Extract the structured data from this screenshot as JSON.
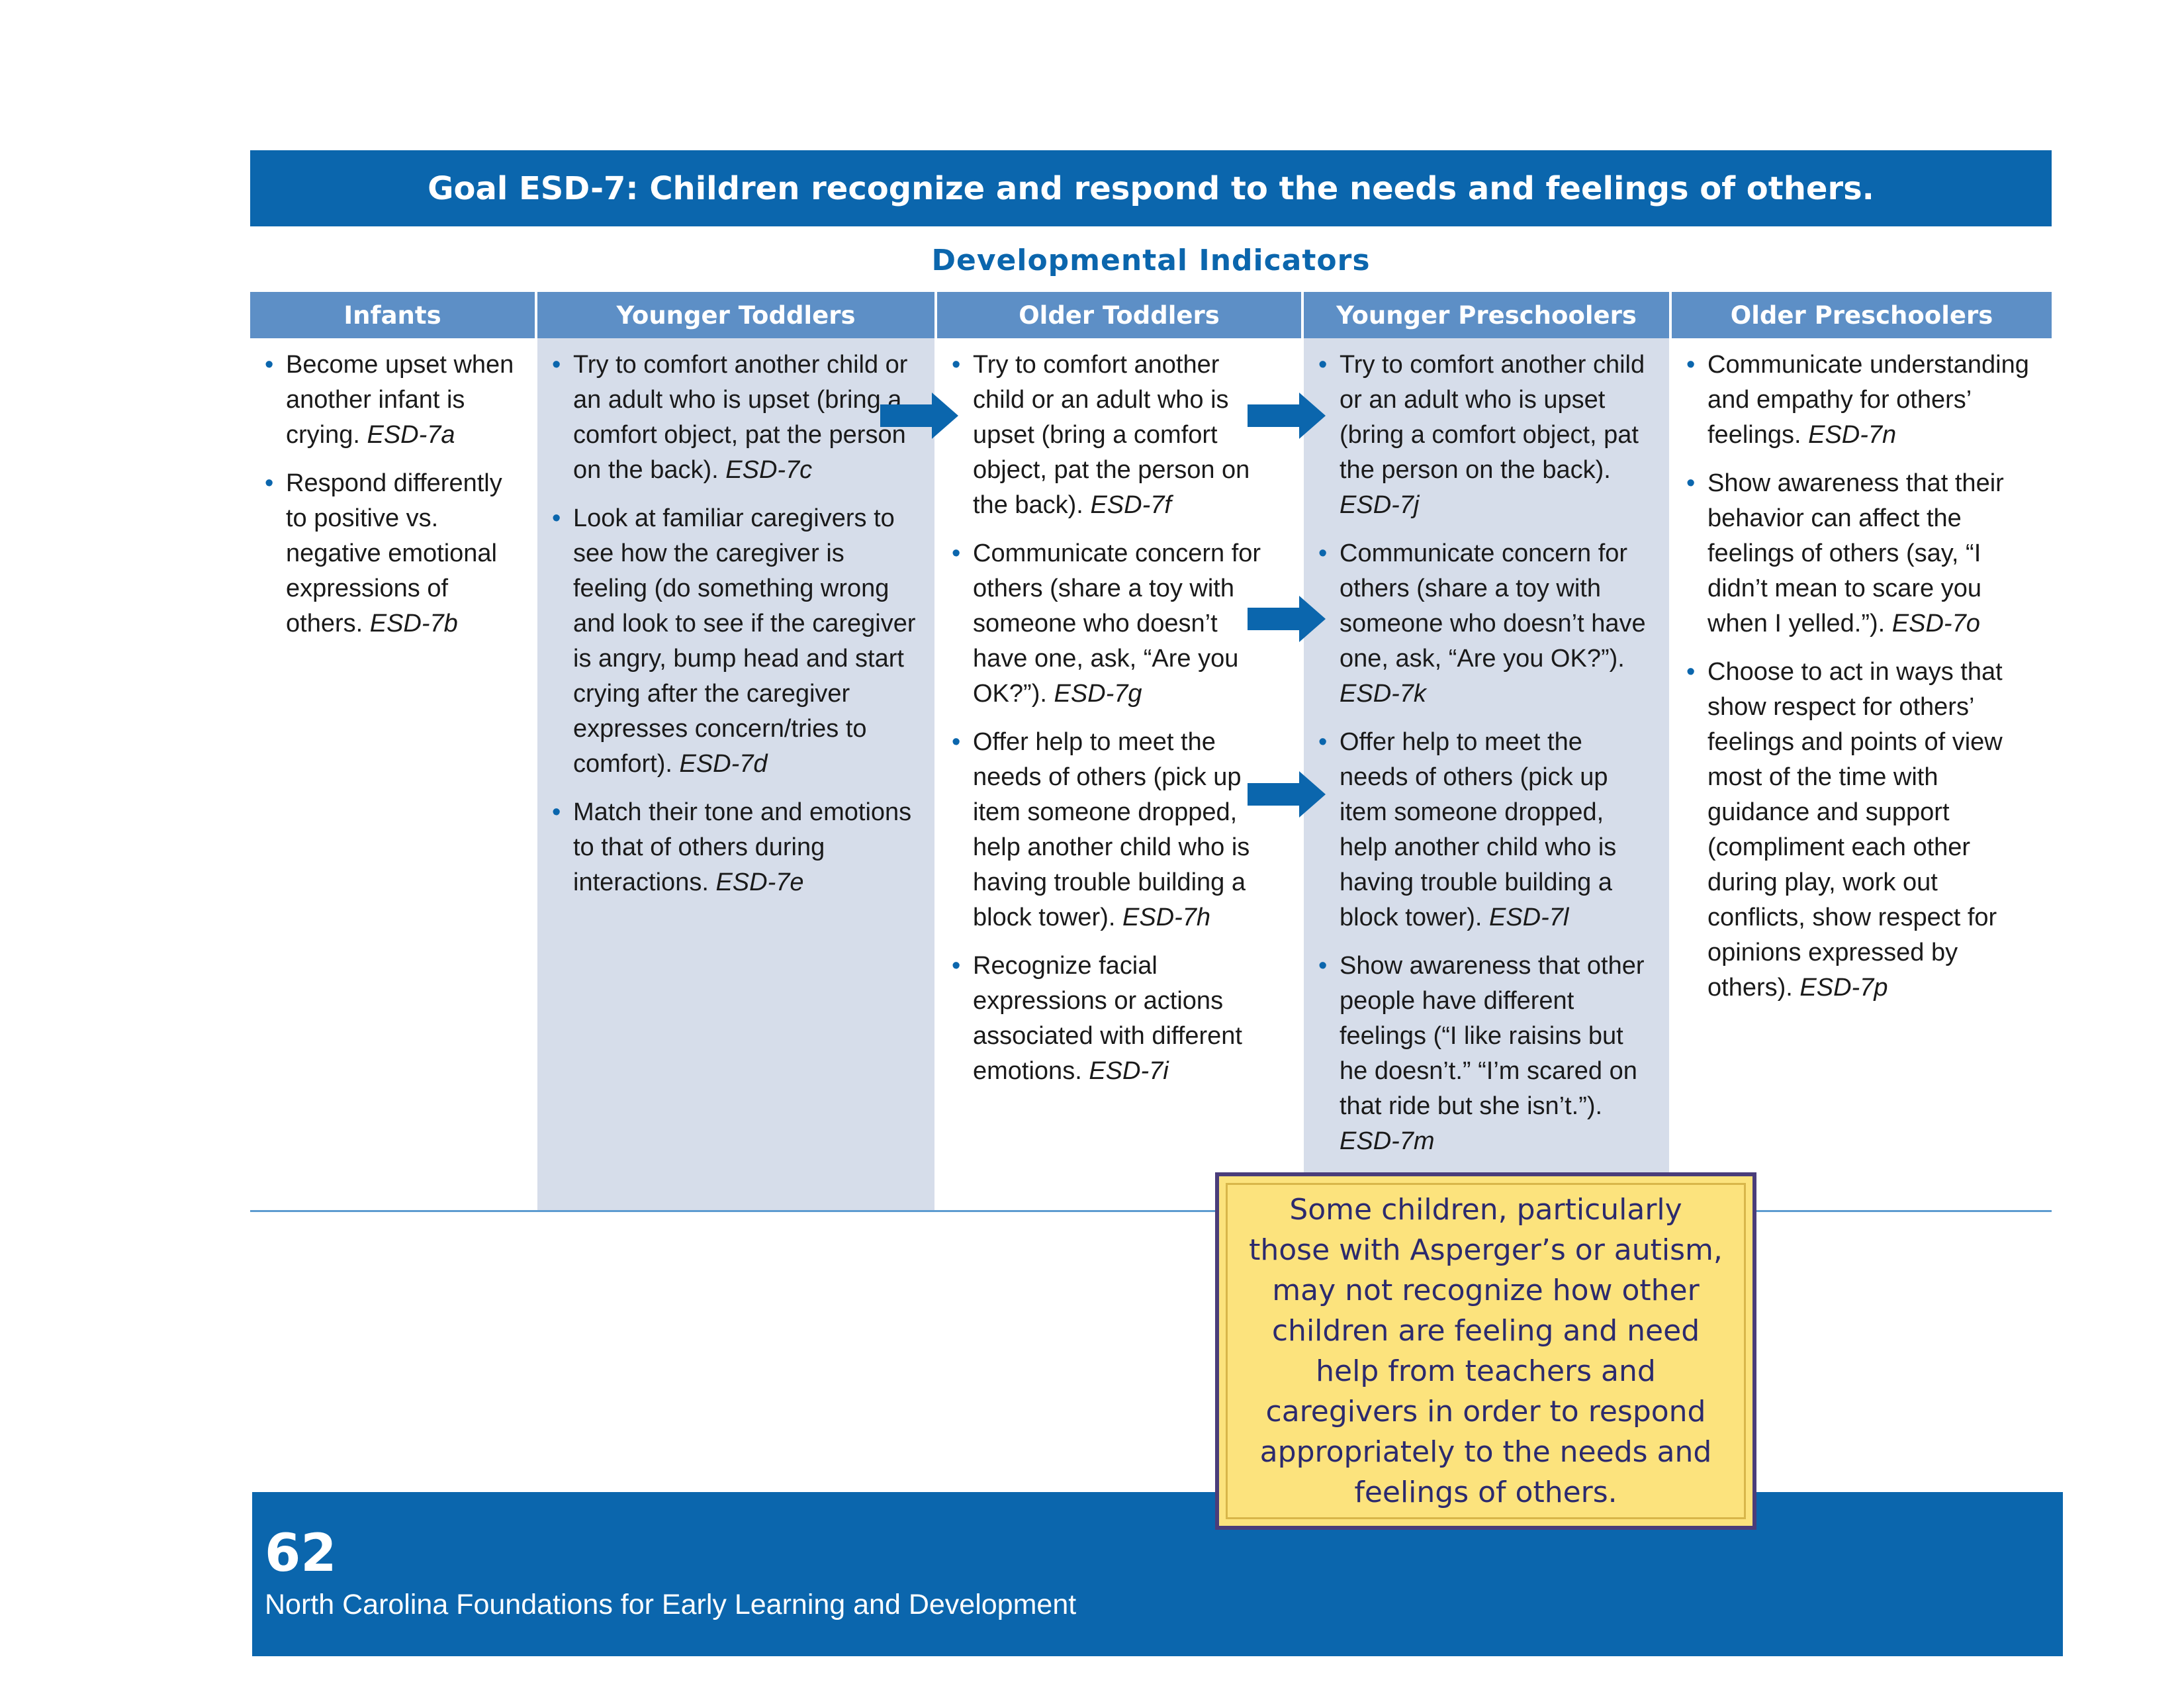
{
  "goal": {
    "title": "Goal ESD-7: Children recognize and respond to the needs and feelings of others."
  },
  "section": {
    "title": "Developmental Indicators"
  },
  "colors": {
    "brand_blue": "#0b66ad",
    "header_blue": "#5d8fc6",
    "shade": "#d6ddea",
    "note_yellow": "#fce37d"
  },
  "columns": [
    {
      "label": "Infants",
      "items": [
        {
          "text": "Become upset when another infant is crying.",
          "code": "ESD-7a"
        },
        {
          "text": "Respond differently to positive vs. negative emotional expressions of others.",
          "code": "ESD-7b"
        }
      ]
    },
    {
      "label": "Younger Toddlers",
      "items": [
        {
          "text": "Try to comfort another child or an adult who is upset (bring a comfort object, pat the person on the back).",
          "code": "ESD-7c"
        },
        {
          "text": "Look at familiar caregivers to see how the caregiver is feeling (do something wrong and look to see if the caregiver is angry, bump head and start crying after the caregiver expresses concern/tries to comfort).",
          "code": "ESD-7d"
        },
        {
          "text": "Match their tone and emotions to that of others during interactions.",
          "code": "ESD-7e"
        }
      ]
    },
    {
      "label": "Older Toddlers",
      "items": [
        {
          "text": "Try to comfort another child or an adult who is upset (bring a comfort object, pat the person on the back).",
          "code": "ESD-7f"
        },
        {
          "text": "Communicate concern for others (share a toy with someone who doesn’t have one, ask, “Are you OK?”).",
          "code": "ESD-7g"
        },
        {
          "text": "Offer help to meet the needs of others (pick up item someone dropped, help another child who is having trouble building a block tower).",
          "code": "ESD-7h"
        },
        {
          "text": "Recognize facial expressions or actions associated with different emotions.",
          "code": "ESD-7i"
        }
      ]
    },
    {
      "label": "Younger Preschoolers",
      "items": [
        {
          "text": "Try to comfort another child or an adult who is upset (bring a comfort object, pat the person on the back).",
          "code": "ESD-7j"
        },
        {
          "text": "Communicate concern for others (share a toy with someone who doesn’t have one, ask, “Are you OK?”).",
          "code": "ESD-7k"
        },
        {
          "text": "Offer help to meet the needs of others (pick up item someone dropped, help another child who is having trouble building a block tower).",
          "code": "ESD-7l"
        },
        {
          "text": "Show awareness that other people have different feelings (“I like raisins but he doesn’t.” “I’m scared on that ride but she isn’t.”).",
          "code": "ESD-7m"
        }
      ]
    },
    {
      "label": "Older Preschoolers",
      "items": [
        {
          "text": "Communicate understanding and empathy for others’ feelings.",
          "code": "ESD-7n"
        },
        {
          "text": "Show awareness that their behavior can affect the feelings of others (say, “I didn’t mean to scare you when I yelled.”).",
          "code": "ESD-7o"
        },
        {
          "text": "Choose to act in ways that show respect for others’ feelings and points of view most of the time with guidance and support (compliment each other during play, work out conflicts, show respect for opinions expressed by others).",
          "code": "ESD-7p"
        }
      ]
    }
  ],
  "note": {
    "text": "Some children, particularly those with Asperger’s or autism, may not recognize how other children are feeling and need help from teachers and caregivers in order to respond appropriately to the needs and feelings of others."
  },
  "footer": {
    "page_number": "62",
    "publication": "North Carolina Foundations for Early Learning and Development"
  }
}
